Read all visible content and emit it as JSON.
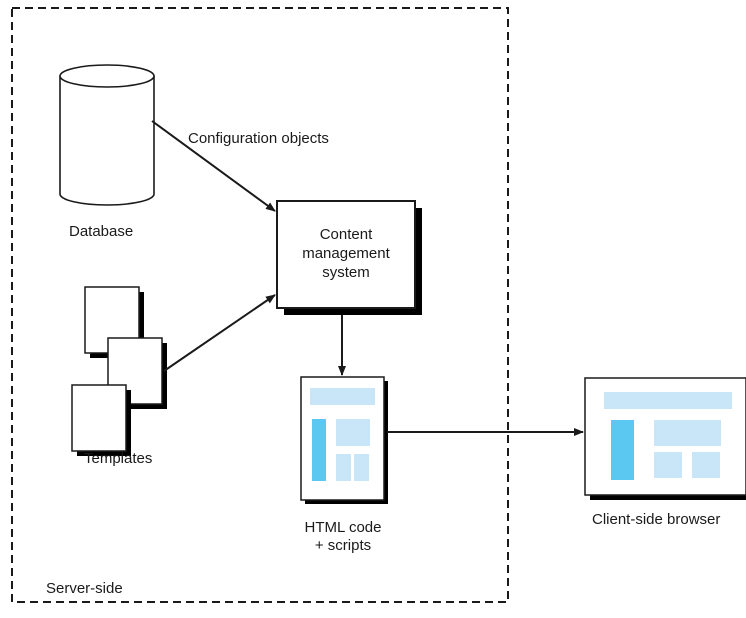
{
  "labels": {
    "server_side": "Server-side",
    "database": "Database",
    "templates": "Templates",
    "configuration_objects": "Configuration objects",
    "cms_line1": "Content",
    "cms_line2": "management",
    "cms_line3": "system",
    "html_line1": "HTML code",
    "html_line2": "+ scripts",
    "client_browser": "Client-side browser"
  },
  "colors": {
    "stroke": "#1a1a1a",
    "light_blue": "#c9e6f8",
    "cyan": "#5ac8f0",
    "shadow": "#000000"
  }
}
